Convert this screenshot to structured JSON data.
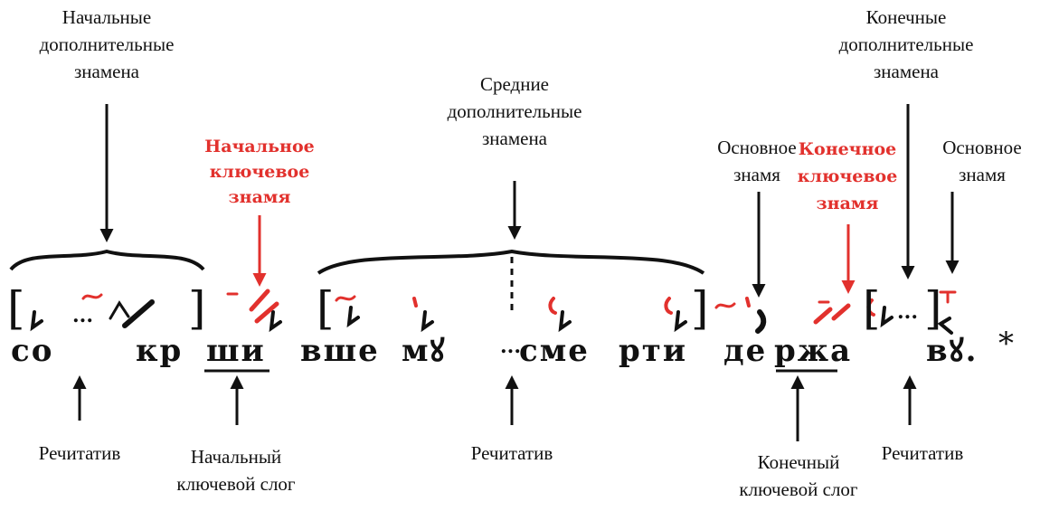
{
  "labels": {
    "initial_additional": "Начальные дополнительные знамена",
    "middle_additional": "Средние дополнительные знамена",
    "final_additional": "Конечные дополнительные знамена",
    "initial_key": "Начальное ключевое знамя",
    "final_key": "Конечное ключевое знамя",
    "main_sign_1": "Основное знамя",
    "main_sign_2": "Основное знамя",
    "recitative_1": "Речитатив",
    "recitative_2": "Речитатив",
    "recitative_3": "Речитатив",
    "initial_key_syllable": "Начальный ключевой слог",
    "final_key_syllable": "Конечный ключевой слог"
  },
  "text_line": {
    "syl_1": "со",
    "syl_2": "кр",
    "syl_3": "ши",
    "syl_4": "вше",
    "syl_5": "мꙋ",
    "syl_6": "сме",
    "syl_7": "рти",
    "syl_8": "де",
    "syl_9": "ржа",
    "syl_10": "вꙋ.",
    "asterisk": "*",
    "ellipsis_1": "...",
    "ellipsis_2": "...",
    "ellipsis_3": "..."
  },
  "colors": {
    "black": "#111111",
    "red": "#e2312d"
  }
}
